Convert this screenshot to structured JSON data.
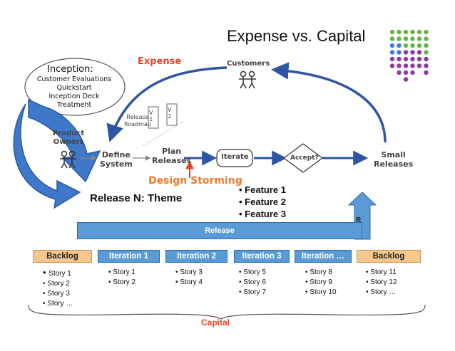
{
  "title": "Expense vs. Capital",
  "colors": {
    "title_dots": [
      "#6ab04c",
      "#3b7dd8",
      "#8e3aa5"
    ],
    "accent_blue": "#5b9bd5",
    "accent_red": "#e8412a",
    "design_storming": "#f07a2c"
  },
  "inception": {
    "title": "Inception:",
    "items": [
      "Customer Evaluations",
      "Quickstart",
      "Inception Deck",
      "Treatment"
    ]
  },
  "expense_label": "Expense",
  "capital_label": "Capital",
  "flow": {
    "customers": "Customers",
    "product_owners": [
      "Product",
      "Owners"
    ],
    "define_system": [
      "Define",
      "System"
    ],
    "plan_releases": [
      "Plan",
      "Releases"
    ],
    "release_roadmap": [
      "Release",
      "Roadmap"
    ],
    "roadmap_cards": [
      "V\n1",
      "V\n2"
    ],
    "iterate": "Iterate",
    "accept": "Accept?",
    "small_releases": [
      "Small",
      "Releases"
    ]
  },
  "design_storming": "Design Storming",
  "release_theme": "Release N: Theme",
  "features": [
    "Feature 1",
    "Feature 2",
    "Feature 3"
  ],
  "release_bar": "Release",
  "release_marker": "R",
  "columns": [
    {
      "header": "Backlog",
      "style": "orange",
      "stories": [
        "Story 1",
        "Story 2",
        "Story 3",
        "Story …"
      ]
    },
    {
      "header": "Iteration 1",
      "style": "blue",
      "stories": [
        "Story 1",
        "Story 2"
      ]
    },
    {
      "header": "Iteration 2",
      "style": "blue",
      "stories": [
        "Story 3",
        "Story 4"
      ]
    },
    {
      "header": "Iteration 3",
      "style": "blue",
      "stories": [
        "Story 5",
        "Story 6",
        "Story 7"
      ]
    },
    {
      "header": "Iteration …",
      "style": "blue",
      "stories": [
        "Story 8",
        "Story 9",
        "Story 10"
      ]
    },
    {
      "header": "Backlog",
      "style": "orange",
      "stories": [
        "Story 11",
        "Story 12",
        "Story …"
      ]
    }
  ]
}
